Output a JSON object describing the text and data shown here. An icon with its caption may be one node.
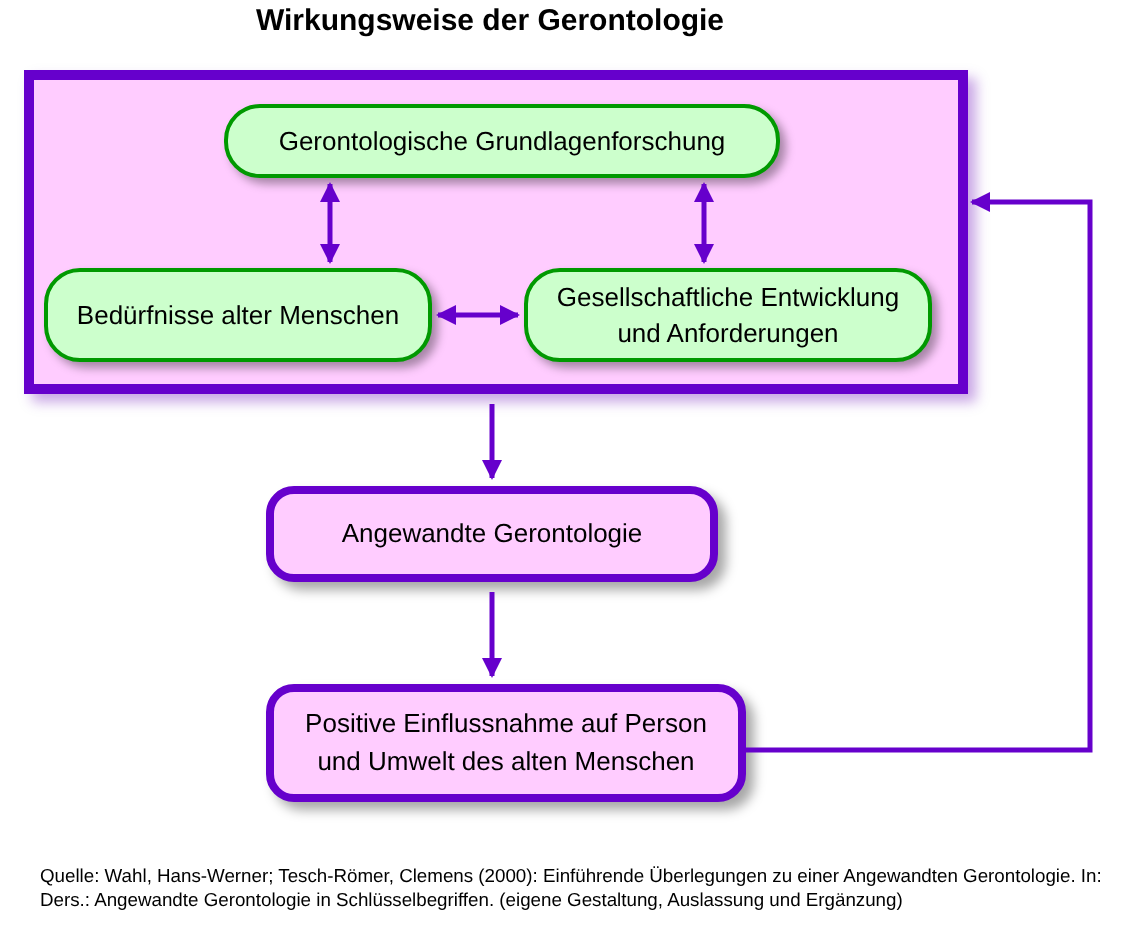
{
  "diagram": {
    "title": "Wirkungsweise der Gerontologie",
    "caption": "Quelle: Wahl, Hans-Werner; Tesch-Römer, Clemens (2000): Einführende Überlegungen zu einer Angewandten Gerontologie. In: Ders.: Angewandte Gerontologie in Schlüsselbegriffen. (eigene Gestaltung, Auslassung und Ergänzung)",
    "nodes": [
      {
        "text": [],
        "shape": "box"
      },
      {
        "text": [
          "Gerontologische Grundlagenforschung"
        ],
        "in": 0
      },
      {
        "text": [
          "Bedürfnisse alter Menschen"
        ],
        "in": 0
      },
      {
        "text": [
          "Gesellschaftliche Entwicklung und Anforderungen"
        ],
        "in": 0
      },
      {
        "text": [
          "Angewandte Gerontologie"
        ]
      },
      {
        "text": [
          "Positive Einflussnahme auf Person und Umwelt des alten Menschen"
        ]
      }
    ],
    "edges": [
      {
        "from": 1,
        "to": 2,
        "arrow": "both"
      },
      {
        "from": 1,
        "to": 3,
        "arrow": "both"
      },
      {
        "from": 2,
        "to": 3,
        "arrow": "both"
      },
      {
        "from": 0,
        "to": 4,
        "arrow": "to"
      },
      {
        "from": 4,
        "to": 5,
        "arrow": "to"
      },
      {
        "from": 5,
        "to": 0,
        "arrow": "to"
      }
    ]
  }
}
